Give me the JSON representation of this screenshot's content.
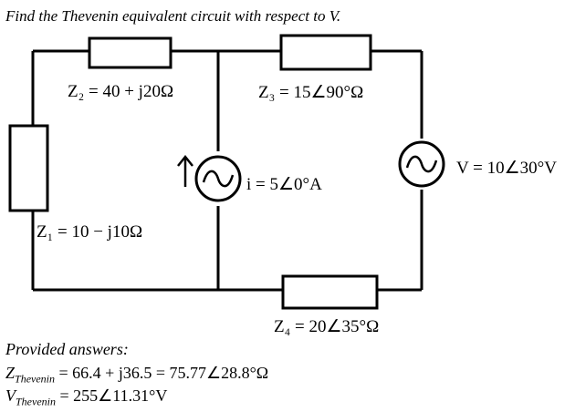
{
  "question": "Find the Thevenin equivalent circuit with respect to V.",
  "labels": {
    "z1": "Z₁ = 10 − j10Ω",
    "z2": "Z₂ = 40 + j20Ω",
    "z3": "Z₃ = 15∠90°Ω",
    "z4": "Z₄ = 20∠35°Ω",
    "i_source": "i = 5∠0°A",
    "v_source": "V = 10∠30°V"
  },
  "answers": {
    "heading": "Provided answers:",
    "zth_symbol": "Z",
    "zth_sub": "Thevenin",
    "zth_value": " = 66.4 + j36.5 = 75.77∠28.8°Ω",
    "vth_symbol": "V",
    "vth_sub": "Thevenin",
    "vth_value": " = 255∠11.31°V"
  },
  "colors": {
    "wire": "#000000",
    "background": "#ffffff"
  }
}
